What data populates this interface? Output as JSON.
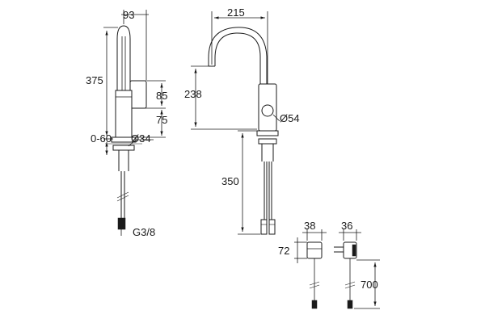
{
  "dimensions": {
    "spout_offset": "93",
    "total_height": "375",
    "lever_height": "85",
    "lever_base": "75",
    "deck_thickness": "0-60",
    "shank_diameter": "Ø34",
    "connection_thread": "G3/8",
    "spout_reach": "215",
    "spout_height": "238",
    "body_diameter": "Ø54",
    "shank_length": "350",
    "box_width_a": "38",
    "box_width_b": "36",
    "box_height": "72",
    "cable_length": "700"
  }
}
